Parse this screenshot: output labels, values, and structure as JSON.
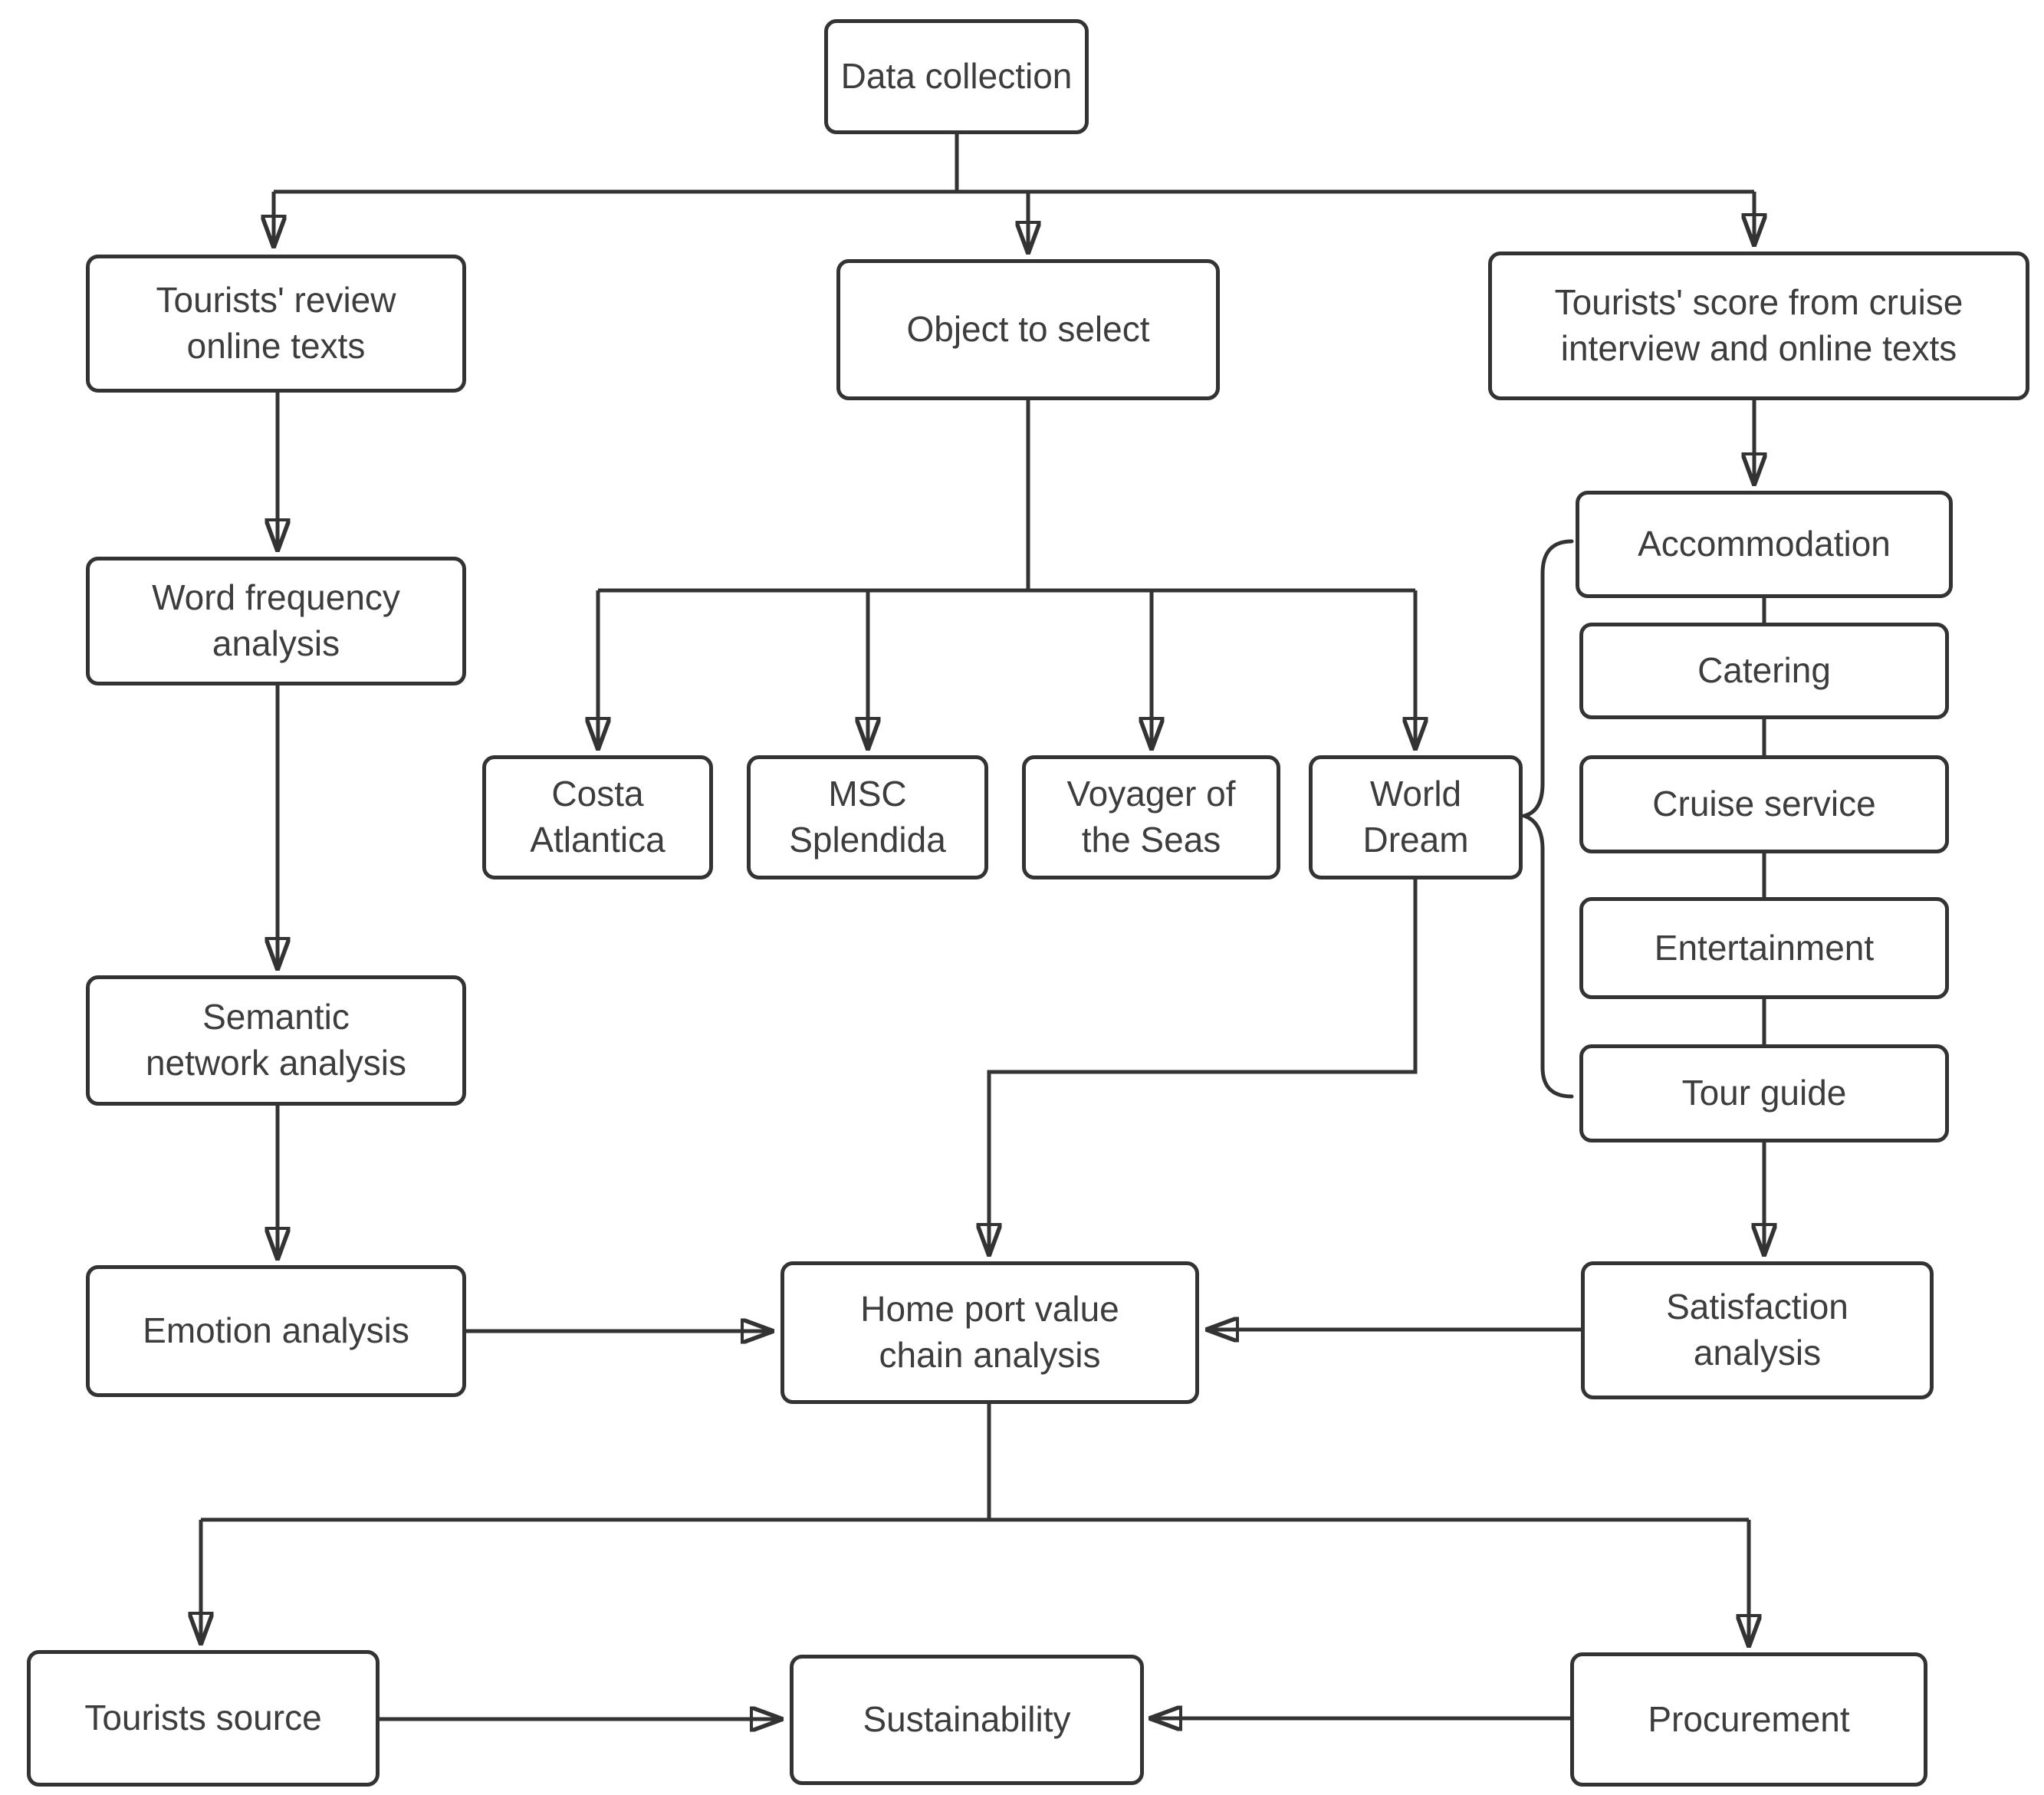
{
  "diagram": {
    "colors": {
      "background": "#ffffff",
      "line": "#333333",
      "text": "#3d3d3d"
    },
    "nodes": {
      "data_collection": {
        "label": "Data collection"
      },
      "tourists_review": {
        "label": "Tourists' review\nonline texts"
      },
      "object_select": {
        "label": "Object to select"
      },
      "tourists_score": {
        "label": "Tourists' score from cruise\ninterview and online texts"
      },
      "word_freq": {
        "label": "Word frequency\nanalysis"
      },
      "semantic": {
        "label": "Semantic\nnetwork analysis"
      },
      "emotion": {
        "label": "Emotion analysis"
      },
      "costa": {
        "label": "Costa\nAtlantica"
      },
      "msc": {
        "label": "MSC\nSplendida"
      },
      "voyager": {
        "label": "Voyager of\nthe Seas"
      },
      "world_dream": {
        "label": "World\nDream"
      },
      "accommodation": {
        "label": "Accommodation"
      },
      "catering": {
        "label": "Catering"
      },
      "cruise_service": {
        "label": "Cruise service"
      },
      "entertainment": {
        "label": "Entertainment"
      },
      "tour_guide": {
        "label": "Tour guide"
      },
      "satisfaction": {
        "label": "Satisfaction\nanalysis"
      },
      "home_port": {
        "label": "Home port value\nchain analysis"
      },
      "tourists_source": {
        "label": "Tourists source"
      },
      "sustainability": {
        "label": "Sustainability"
      },
      "procurement": {
        "label": "Procurement"
      }
    },
    "edges": [
      {
        "from": "data_collection",
        "to": "tourists_review",
        "arrow": true
      },
      {
        "from": "data_collection",
        "to": "object_select",
        "arrow": true
      },
      {
        "from": "data_collection",
        "to": "tourists_score",
        "arrow": true
      },
      {
        "from": "tourists_review",
        "to": "word_freq",
        "arrow": true
      },
      {
        "from": "word_freq",
        "to": "semantic",
        "arrow": true
      },
      {
        "from": "semantic",
        "to": "emotion",
        "arrow": true
      },
      {
        "from": "object_select",
        "to": "costa",
        "arrow": true
      },
      {
        "from": "object_select",
        "to": "msc",
        "arrow": true
      },
      {
        "from": "object_select",
        "to": "voyager",
        "arrow": true
      },
      {
        "from": "object_select",
        "to": "world_dream",
        "arrow": true
      },
      {
        "from": "tourists_score",
        "to": "accommodation",
        "arrow": true
      },
      {
        "from": "accommodation",
        "to": "catering",
        "arrow": false
      },
      {
        "from": "catering",
        "to": "cruise_service",
        "arrow": false
      },
      {
        "from": "cruise_service",
        "to": "entertainment",
        "arrow": false
      },
      {
        "from": "entertainment",
        "to": "tour_guide",
        "arrow": false
      },
      {
        "from": "tour_guide",
        "to": "satisfaction",
        "arrow": true
      },
      {
        "from": "world_dream",
        "to": "home_port",
        "arrow": true
      },
      {
        "from": "emotion",
        "to": "home_port",
        "arrow": true
      },
      {
        "from": "satisfaction",
        "to": "home_port",
        "arrow": true
      },
      {
        "from": "world_dream",
        "to": "service_brace",
        "arrow": false
      },
      {
        "from": "home_port",
        "to": "tourists_source",
        "arrow": true
      },
      {
        "from": "home_port",
        "to": "procurement",
        "arrow": true
      },
      {
        "from": "tourists_source",
        "to": "sustainability",
        "arrow": true
      },
      {
        "from": "procurement",
        "to": "sustainability",
        "arrow": true
      }
    ]
  }
}
